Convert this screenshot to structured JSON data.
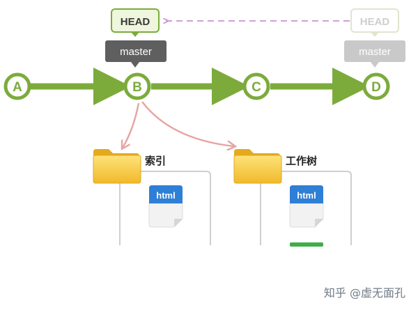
{
  "commits": [
    {
      "id": "A"
    },
    {
      "id": "B"
    },
    {
      "id": "C"
    },
    {
      "id": "D"
    }
  ],
  "head_current": {
    "label": "HEAD"
  },
  "head_previous": {
    "label": "HEAD"
  },
  "branch_current": {
    "label": "master"
  },
  "branch_previous": {
    "label": "master"
  },
  "areas": [
    {
      "title": "索引",
      "file_badge": "html"
    },
    {
      "title": "工作树",
      "file_badge": "html"
    }
  ],
  "colors": {
    "commit_green": "#7cab3c",
    "head_fill": "#eef6dc",
    "branch_gray": "#5f5f5f",
    "faded_gray": "#c9c9c9",
    "dashed_arrow": "#cf9fd6",
    "pink_arrow": "#e8a5a5",
    "folder_yellow": "#f7c948",
    "file_blue": "#2e7fd6"
  },
  "watermark": "知乎 @虚无面孔"
}
